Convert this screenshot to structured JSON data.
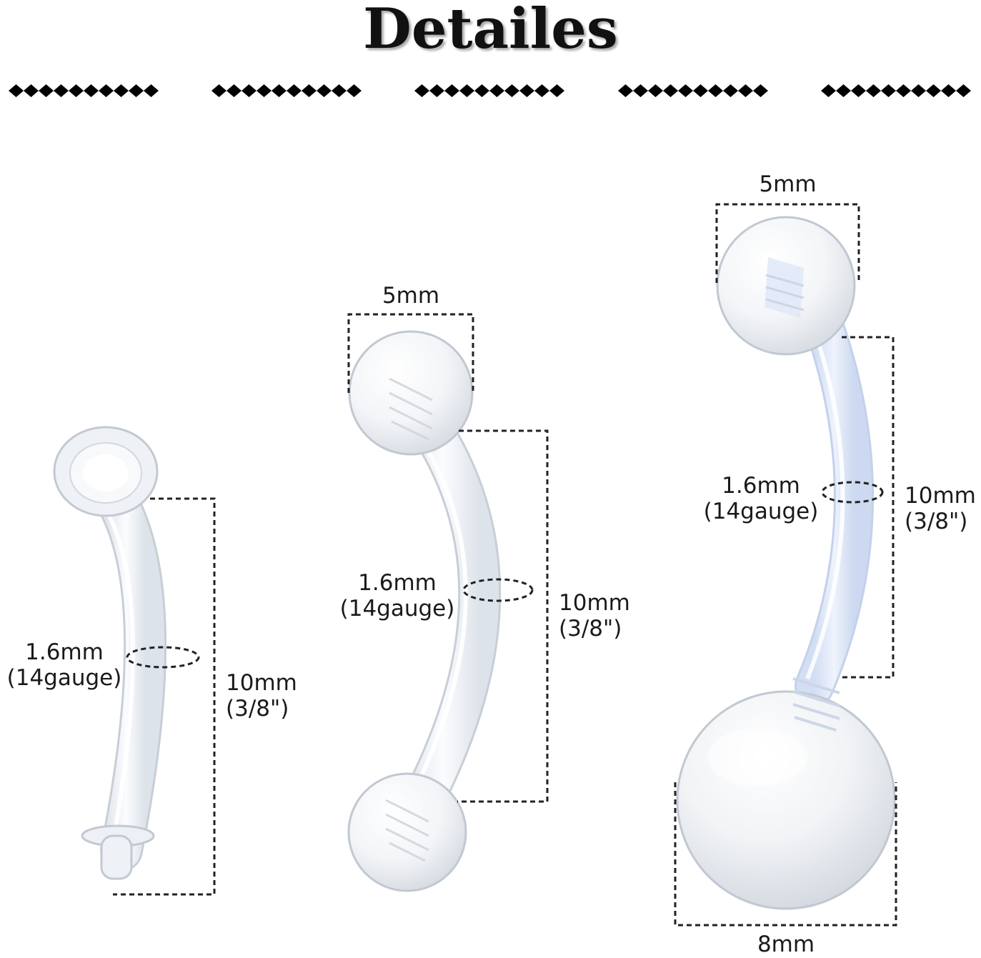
{
  "title": "Detailes",
  "decoration": {
    "separator_icon": "diamond-chain-icon",
    "separator_groups": 5,
    "diamonds_per_group": 10,
    "color": "#000000"
  },
  "colors": {
    "jewelry_fill": "#f2f4f7",
    "jewelry_edge": "#c9ced6",
    "accent_blue": "#d6e4fb",
    "dimension_lines": "#222222",
    "text": "#1a1a1a"
  },
  "products": [
    {
      "name": "curved-retainer",
      "ball_size": "",
      "gauge": {
        "mm": "1.6mm",
        "gauge": "(14gauge)"
      },
      "length": {
        "mm": "10mm",
        "inch": "(3/8\")"
      }
    },
    {
      "name": "curved-barbell",
      "ball_size": "5mm",
      "gauge": {
        "mm": "1.6mm",
        "gauge": "(14gauge)"
      },
      "length": {
        "mm": "10mm",
        "inch": "(3/8\")"
      }
    },
    {
      "name": "belly-ring",
      "ball_size": "5mm",
      "bottom_ball_size": "8mm",
      "gauge": {
        "mm": "1.6mm",
        "gauge": "(14gauge)"
      },
      "length": {
        "mm": "10mm",
        "inch": "(3/8\")"
      }
    }
  ]
}
